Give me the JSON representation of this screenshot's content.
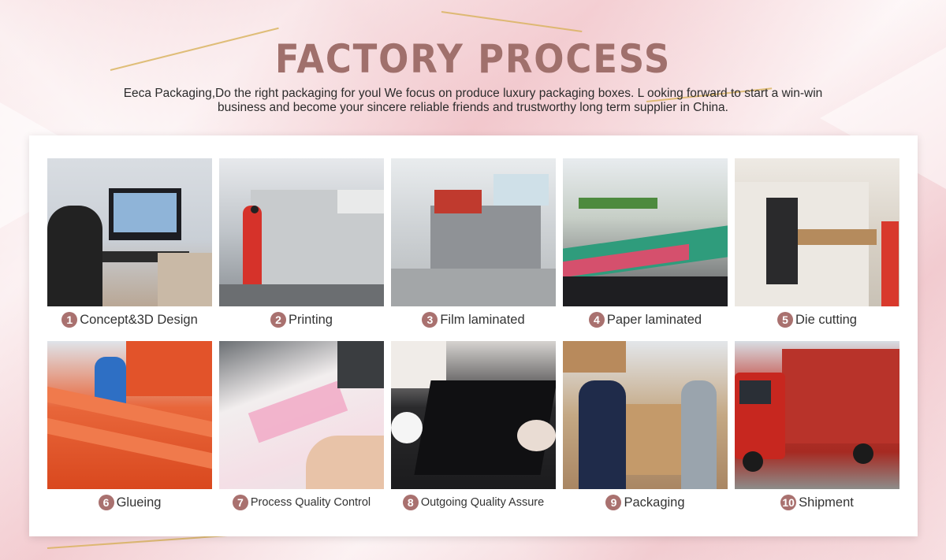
{
  "header": {
    "title": "FACTORY PROCESS",
    "subtitle_line1": "Eeca Packaging,Do the right packaging for youl We focus on produce luxury packaging boxes. L ooking forward to start a win-win",
    "subtitle_line2": "business and become your sincere reliable friends and trustworthy long term supplier in China."
  },
  "colors": {
    "accent": "#a9716f",
    "title": "#a0706c",
    "background": "#f7e3e5"
  },
  "steps": [
    {
      "num": "1",
      "label": "Concept&3D Design"
    },
    {
      "num": "2",
      "label": "Printing"
    },
    {
      "num": "3",
      "label": "Film laminated"
    },
    {
      "num": "4",
      "label": "Paper laminated"
    },
    {
      "num": "5",
      "label": "Die cutting"
    },
    {
      "num": "6",
      "label": "Glueing"
    },
    {
      "num": "7",
      "label": "Process Quality Control"
    },
    {
      "num": "8",
      "label": "Outgoing Quality Assure"
    },
    {
      "num": "9",
      "label": "Packaging"
    },
    {
      "num": "10",
      "label": "Shipment"
    }
  ]
}
